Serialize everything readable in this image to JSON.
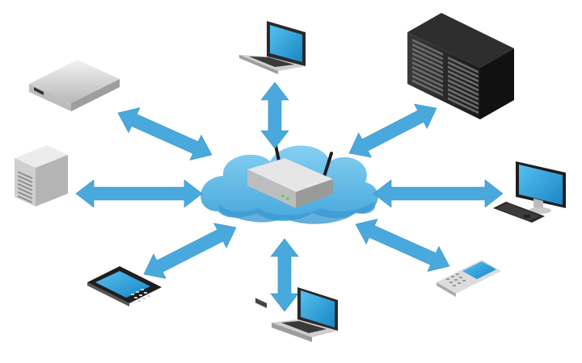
{
  "diagram": {
    "hub": {
      "kind": "wireless-router",
      "background": "network-cloud"
    },
    "connection_style": "bidirectional-arrow",
    "devices": [
      {
        "id": "laptop-top",
        "kind": "laptop"
      },
      {
        "id": "server-rack",
        "kind": "server-rack"
      },
      {
        "id": "desktop-monitor",
        "kind": "desktop-computer"
      },
      {
        "id": "mobile-phone",
        "kind": "mobile-phone"
      },
      {
        "id": "laptop-bottom",
        "kind": "laptop"
      },
      {
        "id": "tablet",
        "kind": "tablet"
      },
      {
        "id": "tower-server",
        "kind": "tower-server"
      },
      {
        "id": "rack-server",
        "kind": "rack-mount-server"
      }
    ]
  },
  "colors": {
    "arrow": "#4aa9dc",
    "arrow_dark": "#3590c4",
    "cloud": "#6cc1ea",
    "cloud_shadow": "#3d9bd2",
    "screen": "#2c9fd8",
    "device_light": "#d9d9d9",
    "device_dark": "#2a2a2a"
  }
}
